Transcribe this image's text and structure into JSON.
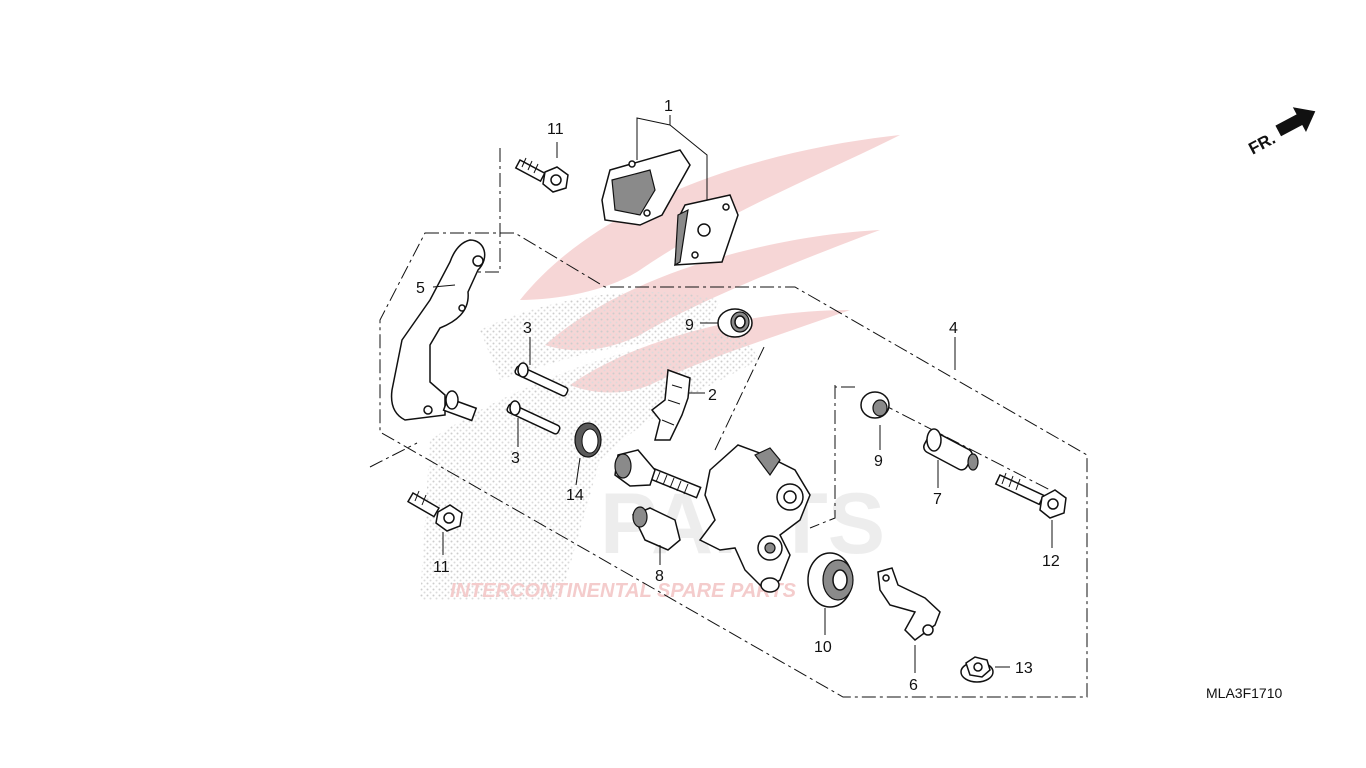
{
  "diagram": {
    "drawing_code": "MLA3F1710",
    "front_indicator": "FR.",
    "watermark": {
      "brand": "PARTS",
      "tagline": "INTERCONTINENTAL SPARE PARTS"
    },
    "callouts": {
      "c1": "1",
      "c2": "2",
      "c3a": "3",
      "c3b": "3",
      "c4": "4",
      "c5": "5",
      "c6": "6",
      "c7": "7",
      "c8": "8",
      "c9a": "9",
      "c9b": "9",
      "c10": "10",
      "c11a": "11",
      "c11b": "11",
      "c12": "12",
      "c13": "13",
      "c14": "14"
    }
  }
}
